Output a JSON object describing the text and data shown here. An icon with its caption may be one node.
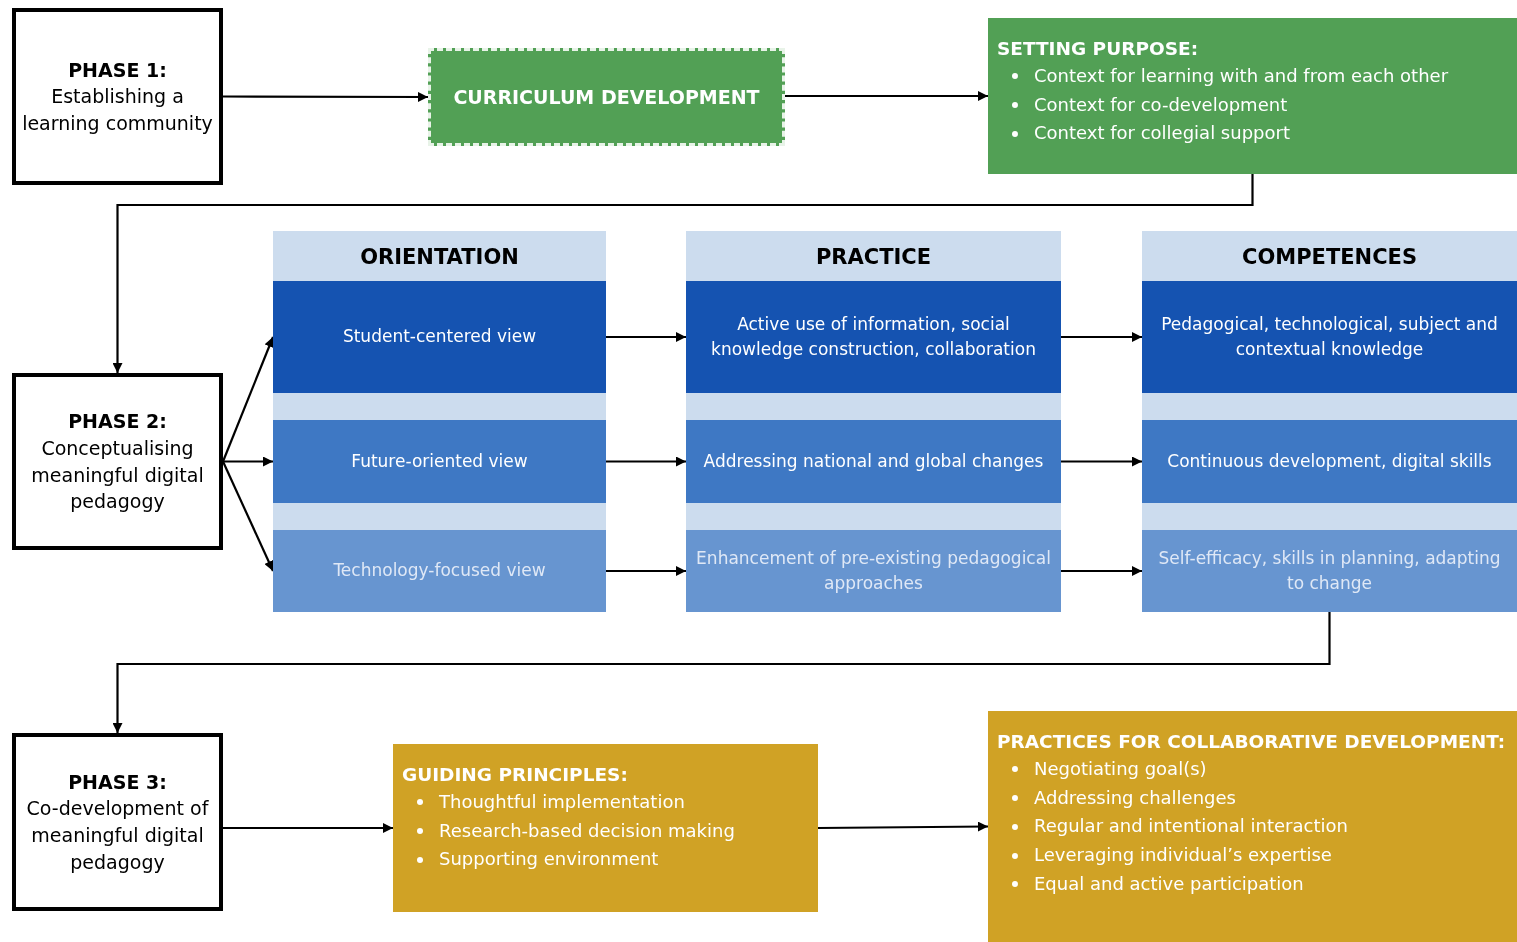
{
  "diagram": {
    "nodes": [
      {
        "text": [
          "PHASE 1:",
          "Establishing a learning community"
        ]
      },
      {
        "text": [
          "CURRICULUM DEVELOPMENT"
        ]
      },
      {
        "text": [
          "SETTING PURPOSE:",
          "Context for learning with and from each other",
          "Context for co-development",
          "Context for collegial support"
        ]
      },
      {
        "text": [
          "PHASE 2:",
          "Conceptualising meaningful digital pedagogy"
        ]
      },
      {
        "text": [
          "ORIENTATION"
        ]
      },
      {
        "text": [
          "Student-centered view"
        ],
        "in": 4
      },
      {
        "text": [
          "Future-oriented view"
        ],
        "in": 4
      },
      {
        "text": [
          "Technology-focused view"
        ],
        "in": 4
      },
      {
        "text": [
          "PRACTICE"
        ]
      },
      {
        "text": [
          "Active use of information, social knowledge construction, collaboration"
        ],
        "in": 8
      },
      {
        "text": [
          "Addressing national and global changes"
        ],
        "in": 8
      },
      {
        "text": [
          "Enhancement of pre-existing pedagogical approaches"
        ],
        "in": 8
      },
      {
        "text": [
          "COMPETENCES"
        ]
      },
      {
        "text": [
          "Pedagogical, technological, subject and contextual knowledge"
        ],
        "in": 12
      },
      {
        "text": [
          "Continuous development, digital skills"
        ],
        "in": 12
      },
      {
        "text": [
          "Self-efficacy, skills in planning, adapting to change"
        ],
        "in": 12
      },
      {
        "text": [
          "PHASE 3:",
          "Co-development of meaningful digital pedagogy"
        ]
      },
      {
        "text": [
          "GUIDING PRINCIPLES:",
          "Thoughtful implementation",
          "Research-based decision making",
          "Supporting environment"
        ]
      },
      {
        "text": [
          "PRACTICES FOR COLLABORATIVE DEVELOPMENT:",
          "Negotiating goal(s)",
          "Addressing challenges",
          "Regular and intentional interaction",
          "Leveraging individual’s expertise",
          "Equal and active participation"
        ]
      }
    ],
    "edges": [
      {
        "from": 0,
        "to": 1,
        "arrow": "to"
      },
      {
        "from": 1,
        "to": 2,
        "arrow": "to"
      },
      {
        "from": 2,
        "to": 3,
        "arrow": "to"
      },
      {
        "from": 3,
        "to": 5,
        "arrow": "to"
      },
      {
        "from": 3,
        "to": 6,
        "arrow": "to"
      },
      {
        "from": 3,
        "to": 7,
        "arrow": "to"
      },
      {
        "from": 5,
        "to": 9,
        "arrow": "to"
      },
      {
        "from": 6,
        "to": 10,
        "arrow": "to"
      },
      {
        "from": 7,
        "to": 11,
        "arrow": "to"
      },
      {
        "from": 9,
        "to": 13,
        "arrow": "to"
      },
      {
        "from": 10,
        "to": 14,
        "arrow": "to"
      },
      {
        "from": 11,
        "to": 15,
        "arrow": "to"
      },
      {
        "from": 15,
        "to": 16,
        "arrow": "to"
      },
      {
        "from": 16,
        "to": 17,
        "arrow": "to"
      },
      {
        "from": 17,
        "to": 18,
        "arrow": "to"
      }
    ]
  }
}
